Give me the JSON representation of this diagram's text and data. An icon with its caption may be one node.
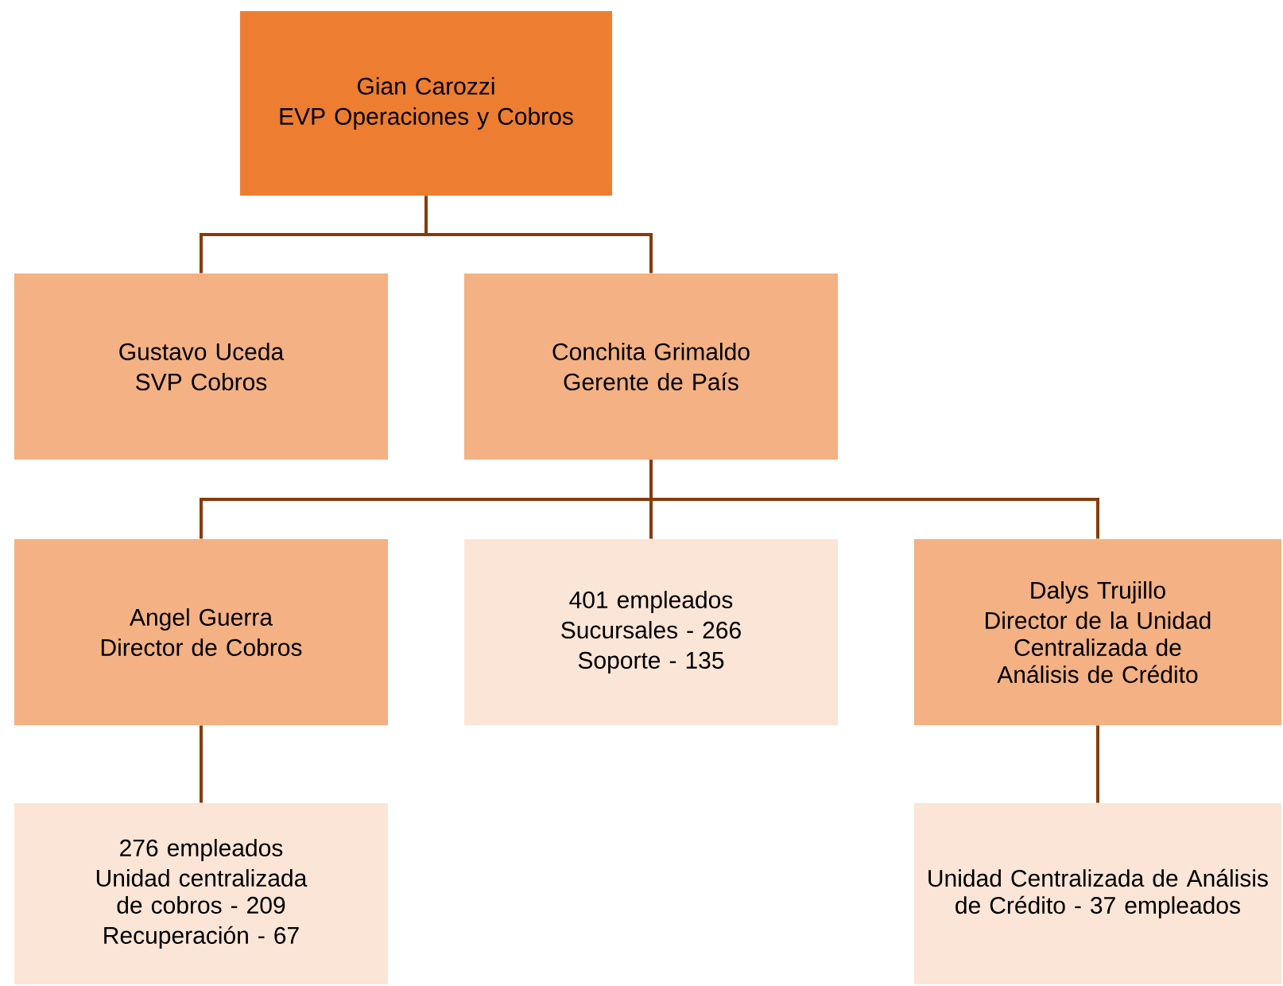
{
  "diagram": {
    "nodes": [
      {
        "text": [
          "Gian Carozzi",
          "EVP Operaciones y Cobros"
        ]
      },
      {
        "text": [
          "Gustavo Uceda",
          "SVP Cobros"
        ]
      },
      {
        "text": [
          "Conchita Grimaldo",
          "Gerente de País"
        ]
      },
      {
        "text": [
          "Angel Guerra",
          "Director de Cobros"
        ]
      },
      {
        "text": [
          "401 empleados",
          "Sucursales - 266",
          "Soporte - 135"
        ]
      },
      {
        "text": [
          "Dalys Trujillo",
          "Director de la Unidad Centralizada de Análisis de Crédito"
        ]
      },
      {
        "text": [
          "276 empleados",
          "Unidad centralizada de cobros - 209",
          "Recuperación - 67"
        ]
      },
      {
        "text": [
          "Unidad Centralizada de Análisis de Crédito - 37 empleados"
        ]
      }
    ],
    "edges": [
      {
        "from": 0,
        "to": 1,
        "arrow": "none"
      },
      {
        "from": 0,
        "to": 2,
        "arrow": "none"
      },
      {
        "from": 2,
        "to": 3,
        "arrow": "none"
      },
      {
        "from": 2,
        "to": 4,
        "arrow": "none"
      },
      {
        "from": 2,
        "to": 5,
        "arrow": "none"
      },
      {
        "from": 3,
        "to": 6,
        "arrow": "none"
      },
      {
        "from": 5,
        "to": 7,
        "arrow": "none"
      }
    ]
  }
}
